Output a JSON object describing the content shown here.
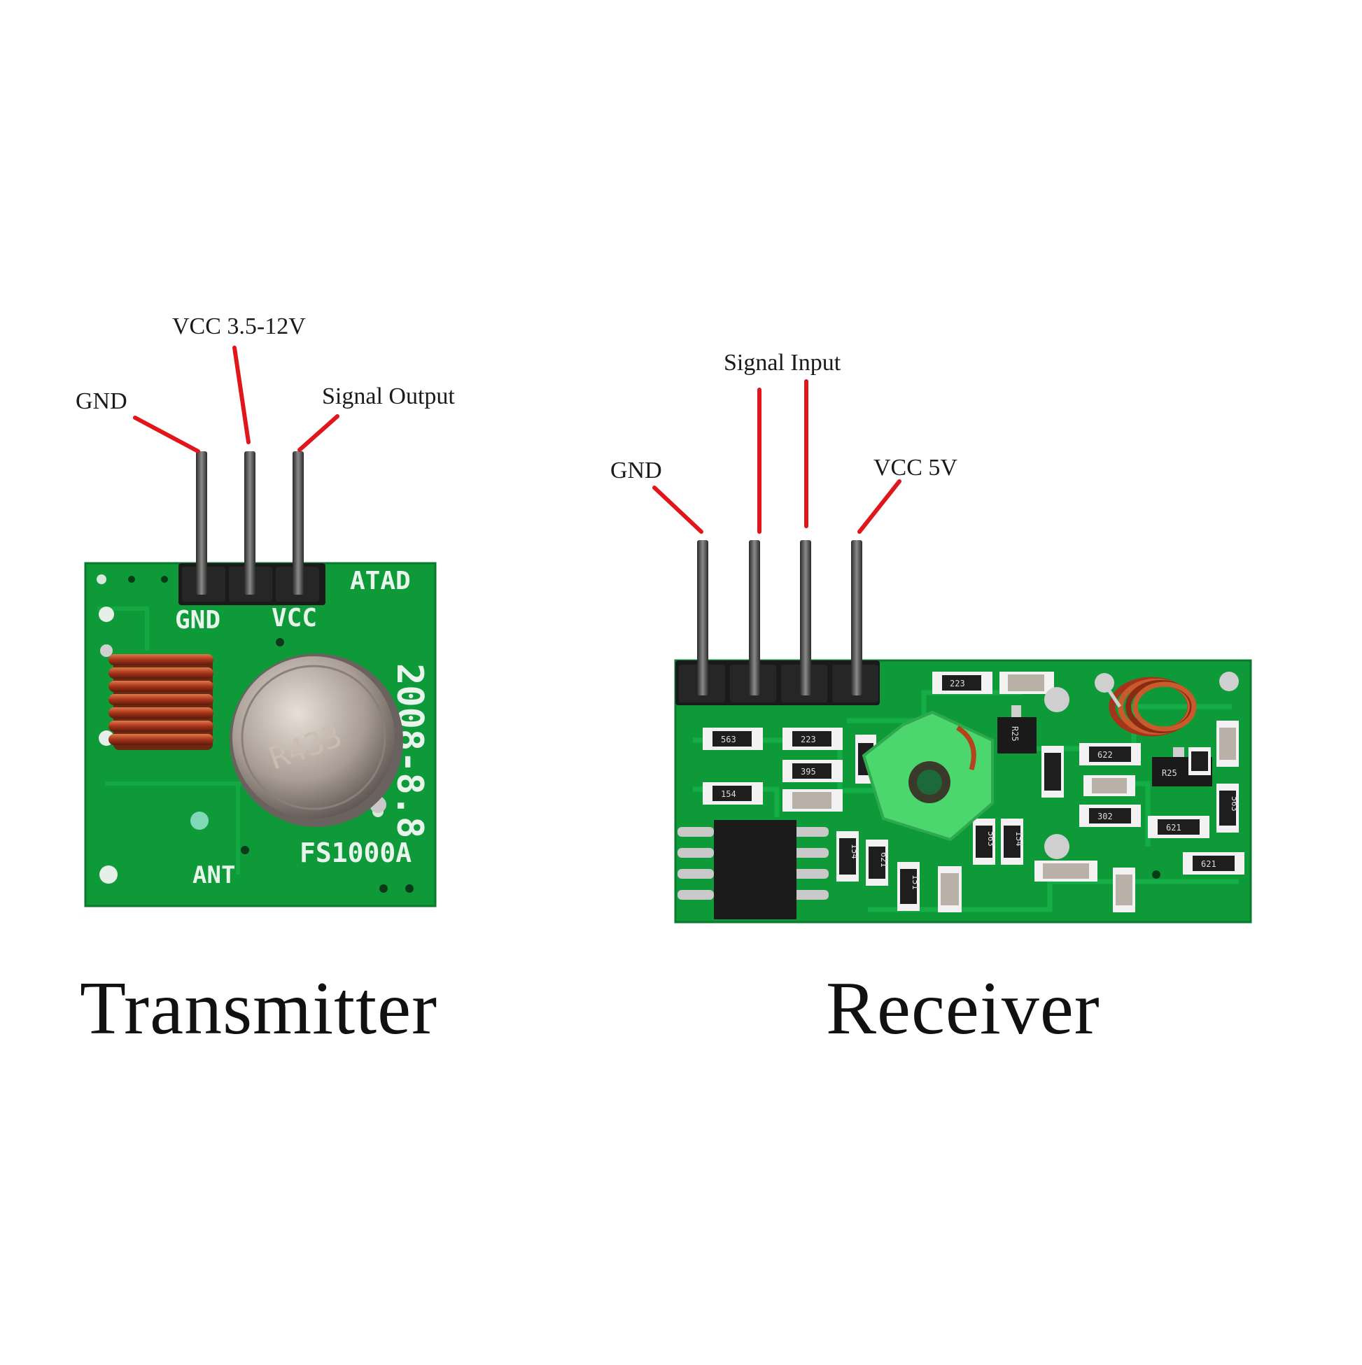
{
  "transmitter": {
    "title": "Transmitter",
    "pins": {
      "gnd": "GND",
      "vcc": "VCC 3.5-12V",
      "data": "Signal Output"
    },
    "silkscreen": {
      "gnd": "GND",
      "vcc": "VCC",
      "data": "ATAD",
      "date": "2008-8.8",
      "model": "FS1000A",
      "ant": "ANT"
    },
    "resonator": "R433"
  },
  "receiver": {
    "title": "Receiver",
    "pins": {
      "gnd": "GND",
      "signal": "Signal Input",
      "vcc": "VCC 5V"
    },
    "smd_codes": [
      "223",
      "563",
      "223",
      "395",
      "154",
      "563",
      "154",
      "621",
      "151",
      "R25",
      "622",
      "302",
      "621",
      "563",
      "621",
      "R25"
    ]
  },
  "colors": {
    "pcb": "#0f9a3a",
    "pcb_edge": "#0a7a2c",
    "leader": "#e0161b",
    "pin": "#3c3c3c",
    "header": "#1a1a1a",
    "coil": "#b4431e",
    "coil_form": "#4cd66e"
  }
}
